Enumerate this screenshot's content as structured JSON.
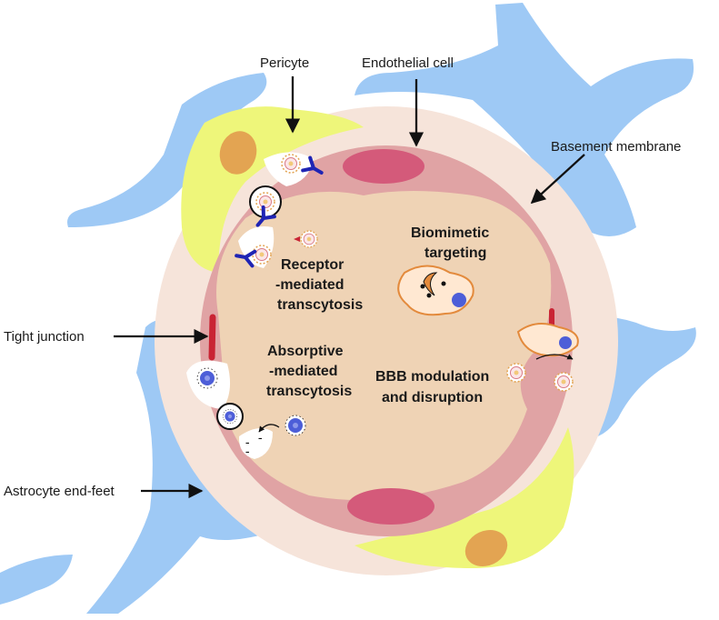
{
  "labels": {
    "pericyte": "Pericyte",
    "endothelial_cell": "Endothelial cell",
    "basement_membrane": "Basement membrane",
    "tight_junction": "Tight junction",
    "astrocyte_end_feet": "Astrocyte end-feet"
  },
  "mechanisms": {
    "receptor": [
      "Receptor",
      "-mediated",
      "transcytosis"
    ],
    "absorptive": [
      "Absorptive",
      "-mediated",
      "transcytosis"
    ],
    "biomimetic": [
      "Biomimetic",
      "targeting"
    ],
    "bbb": [
      "BBB modulation",
      "and disruption"
    ]
  },
  "colors": {
    "astrocyte": "#9ec9f5",
    "basement_membrane": "#f6e4da",
    "pericyte": "#eef67a",
    "pericyte_nucleus": "#e3a452",
    "endothelium": "#e0a3a4",
    "endothelial_nucleus": "#d45a7a",
    "lumen": "#efd3b5",
    "tight_junction": "#c92434",
    "receptor": "#1f24b4",
    "nanoparticle_core": "#4d5ed8",
    "immune_cell": "#e38a3c"
  },
  "icons": [
    "nanoparticle-icon",
    "receptor-icon",
    "vesicle-icon",
    "immune-cell-icon",
    "arrow-icon"
  ]
}
